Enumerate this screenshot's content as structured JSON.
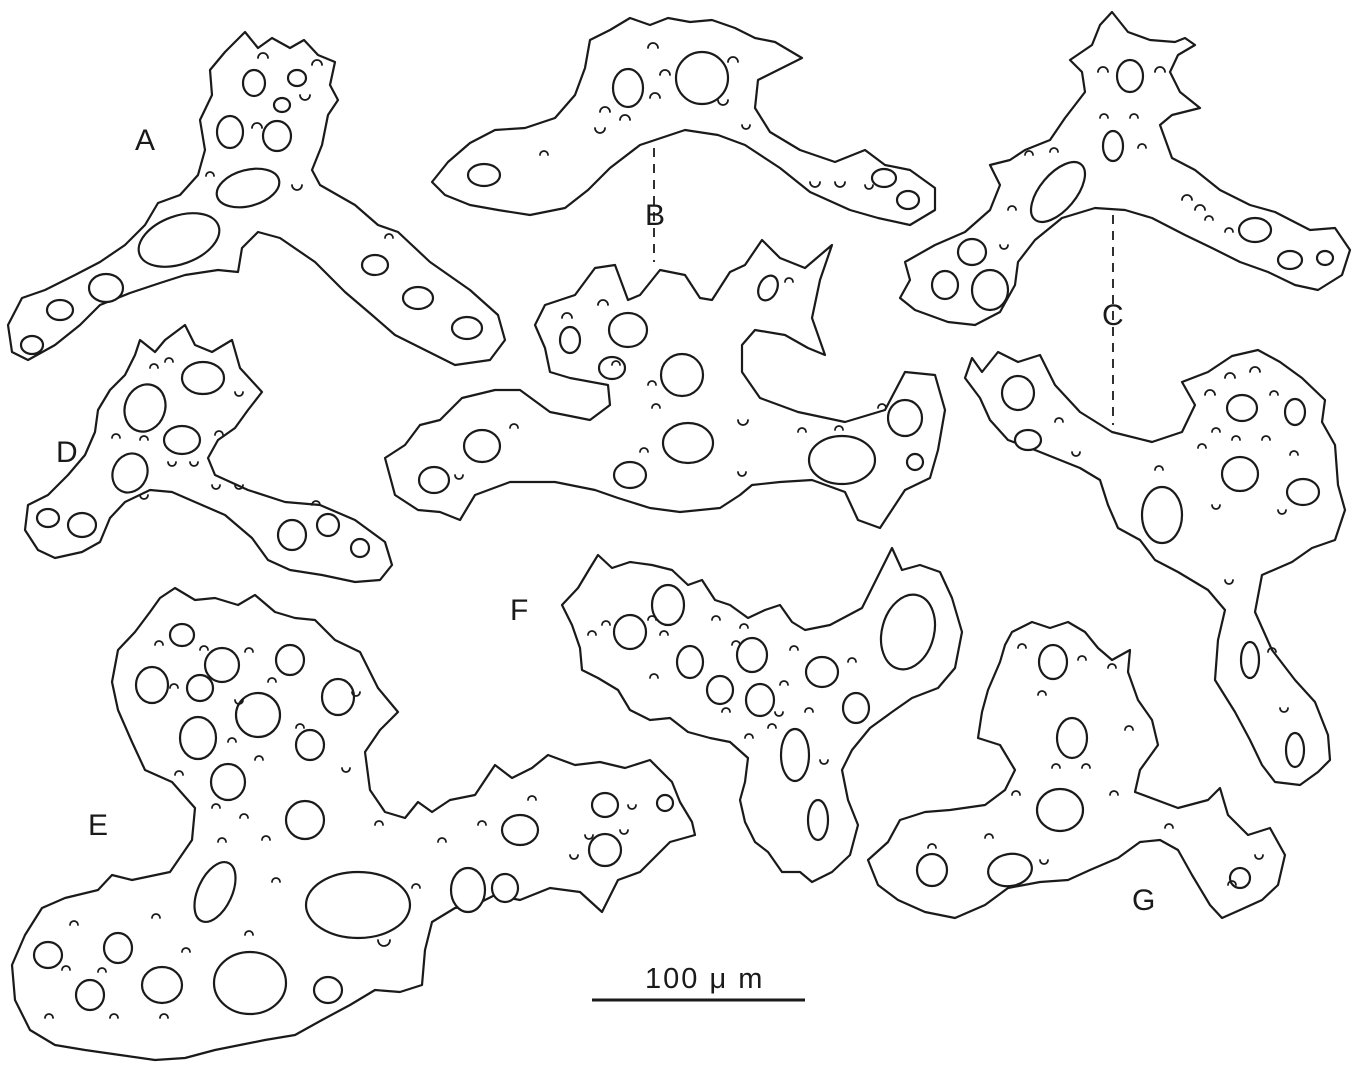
{
  "labels": {
    "a": "A",
    "b": "B",
    "c": "C",
    "d": "D",
    "e": "E",
    "f": "F",
    "g": "G"
  },
  "scale_bar": {
    "text": "100 μ m"
  }
}
